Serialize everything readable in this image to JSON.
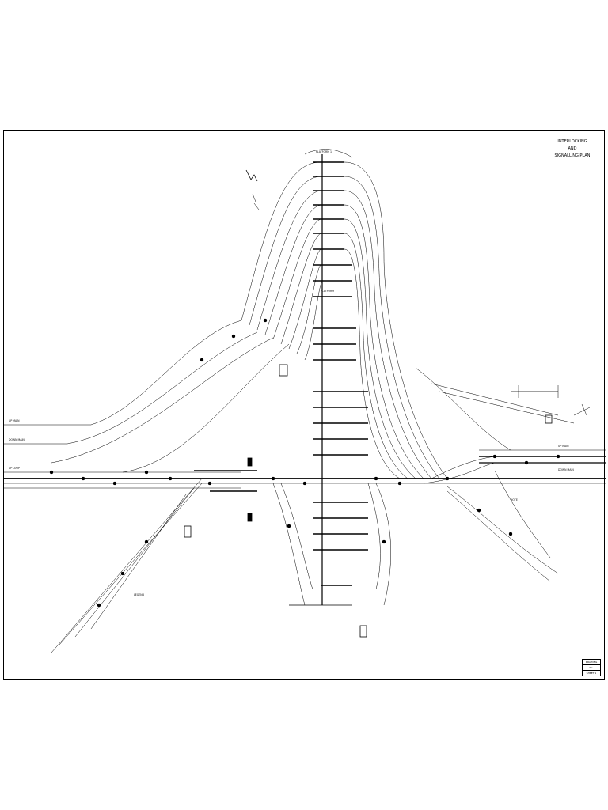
{
  "drawing": {
    "title_lines": [
      "INTERLOCKING",
      "AND",
      "SIGNALLING PLAN"
    ],
    "stamp_lines": [
      "DRAWING",
      "No.",
      "SHEET 1"
    ]
  },
  "labels": {
    "platform_top": "PLATFORM 1",
    "platform_mid": "PLATFORM",
    "line_left_a": "UP MAIN",
    "line_left_b": "DOWN MAIN",
    "line_left_c": "UP LOOP",
    "line_right_a": "UP MAIN",
    "line_right_b": "DOWN MAIN",
    "note_right": "NOTE",
    "note_bottom_left": "LEGEND"
  },
  "icons": {
    "north": "north-arrow-icon",
    "signal": "signal-head-icon"
  },
  "colors": {
    "ink": "#000000",
    "paper": "#ffffff"
  }
}
